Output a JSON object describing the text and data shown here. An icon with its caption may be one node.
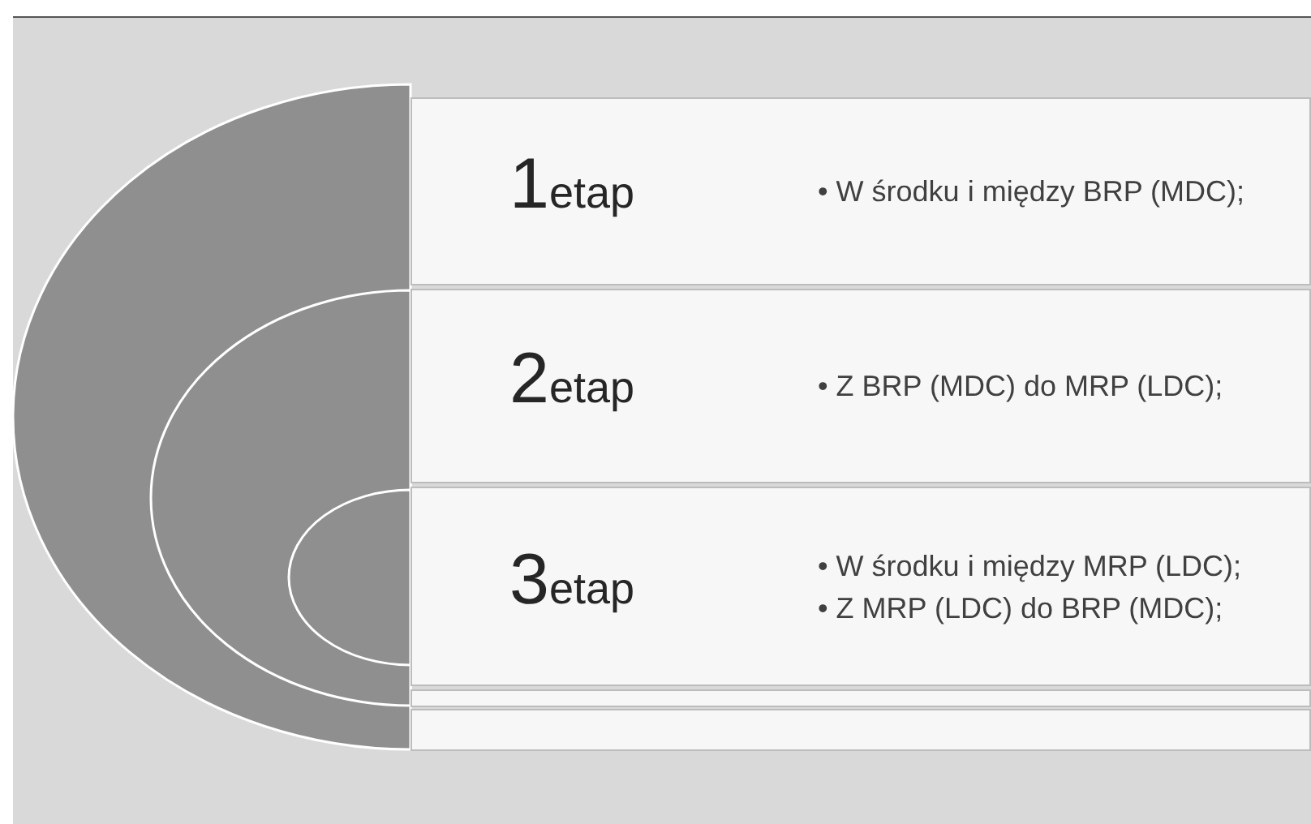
{
  "diagram": {
    "nodes": [
      {
        "text": [],
        "shape": "semicircle"
      },
      {
        "text": [],
        "shape": "semicircle",
        "in": 0
      },
      {
        "text": [],
        "shape": "semicircle",
        "in": 1
      },
      {
        "text": [
          "1",
          "etap",
          "• W środku i między BRP (MDC);"
        ]
      },
      {
        "text": [
          "2",
          "etap",
          "• Z BRP (MDC) do MRP (LDC);"
        ]
      },
      {
        "text": [
          "3",
          "etap",
          "• W środku i między MRP (LDC);",
          "• Z MRP (LDC) do BRP (MDC);"
        ]
      },
      {
        "text": [],
        "shape": "box"
      },
      {
        "text": [],
        "shape": "box"
      }
    ]
  }
}
